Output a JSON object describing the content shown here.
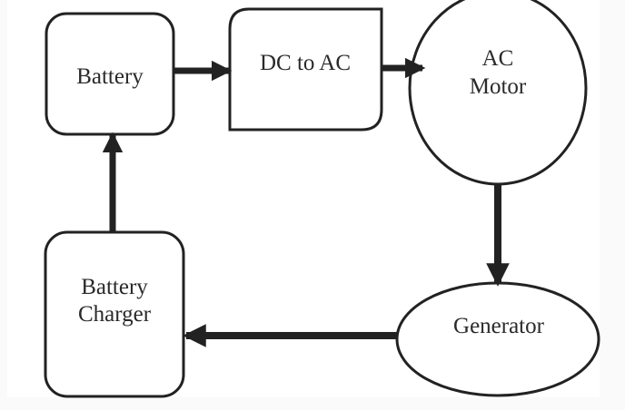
{
  "diagram": {
    "type": "block-diagram",
    "colors": {
      "stroke": "#222222",
      "fill": "#ffffff",
      "text": "#2a2a2a",
      "background": "#ffffff"
    },
    "nodes": [
      {
        "id": "battery",
        "shape": "rounded-rectangle",
        "lines": [
          "Battery"
        ]
      },
      {
        "id": "dc_to_ac",
        "shape": "rectangle-two-rounded-corners",
        "lines": [
          "DC to AC"
        ]
      },
      {
        "id": "ac_motor",
        "shape": "ellipse",
        "lines": [
          "AC",
          "Motor"
        ]
      },
      {
        "id": "generator",
        "shape": "ellipse",
        "lines": [
          "Generator"
        ]
      },
      {
        "id": "battery_charger",
        "shape": "rounded-rectangle",
        "lines": [
          "Battery",
          "Charger"
        ]
      }
    ],
    "edges": [
      {
        "from": "battery",
        "to": "dc_to_ac"
      },
      {
        "from": "dc_to_ac",
        "to": "ac_motor"
      },
      {
        "from": "ac_motor",
        "to": "generator"
      },
      {
        "from": "generator",
        "to": "battery_charger"
      },
      {
        "from": "battery_charger",
        "to": "battery"
      }
    ]
  }
}
